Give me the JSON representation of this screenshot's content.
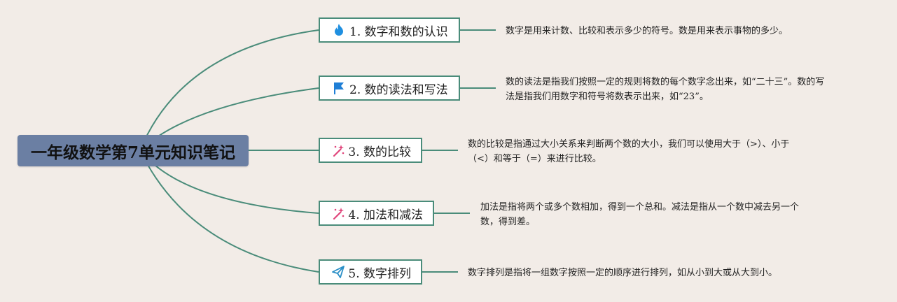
{
  "root": {
    "title": "一年级数学第7单元知识笔记"
  },
  "colors": {
    "line": "#4a8c7a",
    "root_bg": "#6b7fa3",
    "background": "#f2ece7"
  },
  "topics": [
    {
      "label": "1. 数字和数的认识",
      "icon": "flame-icon",
      "desc_lines": [
        "数字是用来计数、比较和表示多少的符号。数是用来表示事物的多少。"
      ]
    },
    {
      "label": "2. 数的读法和写法",
      "icon": "flag-icon",
      "desc_lines": [
        "数的读法是指我们按照一定的规则将数的每个数字念出来，如“二十三”。数的写",
        "法是指我们用数字和符号将数表示出来，如“23”。"
      ]
    },
    {
      "label": "3. 数的比较",
      "icon": "magic-wand-icon",
      "desc_lines": [
        "数的比较是指通过大小关系来判断两个数的大小，我们可以使用大于（>）、小于",
        "（<）和等于（=）来进行比较。"
      ]
    },
    {
      "label": "4. 加法和减法",
      "icon": "magic-wand-icon",
      "desc_lines": [
        "加法是指将两个或多个数相加，得到一个总和。减法是指从一个数中减去另一个",
        "数，得到差。"
      ]
    },
    {
      "label": "5. 数字排列",
      "icon": "paper-plane-icon",
      "desc_lines": [
        "数字排列是指将一组数字按照一定的顺序进行排列，如从小到大或从大到小。"
      ]
    }
  ]
}
